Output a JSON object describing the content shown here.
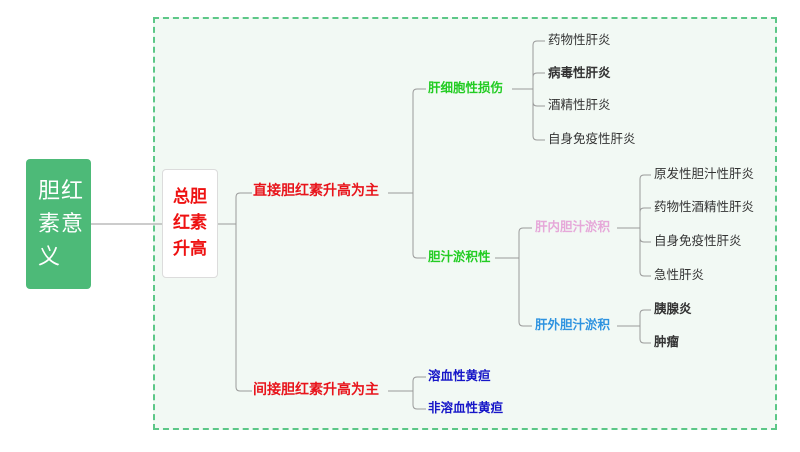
{
  "root": {
    "line1": "胆红",
    "line2": "素意",
    "line3": "义"
  },
  "main": {
    "line1": "总胆",
    "line2": "红素",
    "line3": "升高"
  },
  "direct": {
    "label": "直接胆红素升高为主",
    "hepatocyte": {
      "label": "肝细胞性损伤",
      "items": [
        "药物性肝炎",
        "病毒性肝炎",
        "酒精性肝炎",
        "自身免疫性肝炎"
      ]
    },
    "cholestasis": {
      "label": "胆汁淤积性",
      "intrahepatic": {
        "label": "肝内胆汁淤积",
        "items": [
          "原发性胆汁性肝炎",
          "药物性酒精性肝炎",
          "自身免疫性肝炎",
          "急性肝炎"
        ]
      },
      "extrahepatic": {
        "label": "肝外胆汁淤积",
        "items": [
          "胰腺炎",
          "肿瘤"
        ]
      }
    }
  },
  "indirect": {
    "label": "间接胆红素升高为主",
    "items": [
      "溶血性黄疸",
      "非溶血性黄疸"
    ]
  },
  "colors": {
    "frame": "#5cc787",
    "root_bg": "#4dba78",
    "red": "#e8141b",
    "green": "#22cc22",
    "pink": "#e6a8d9",
    "blue": "#2e93e0",
    "navy": "#1616c8"
  }
}
